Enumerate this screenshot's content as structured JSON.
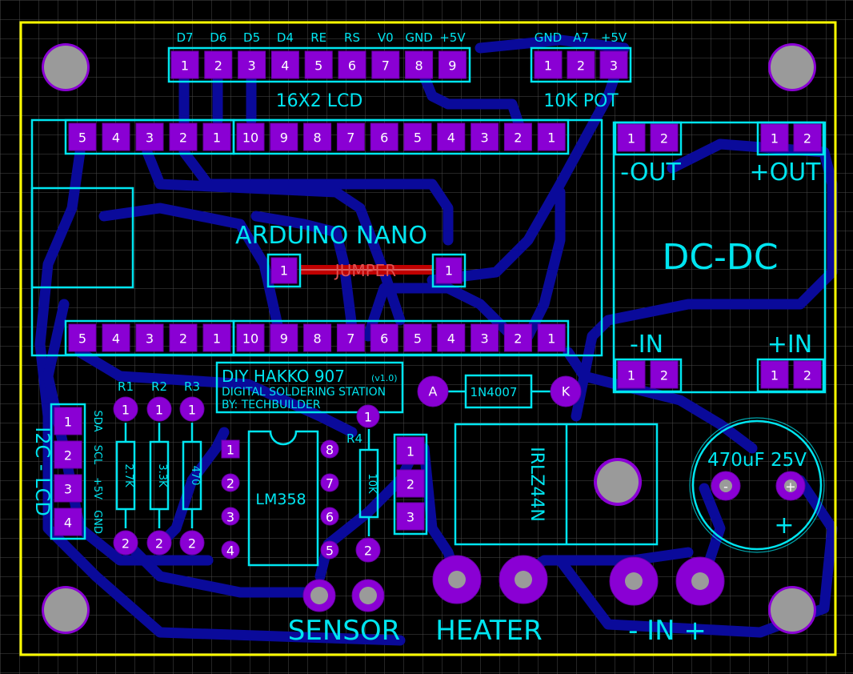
{
  "colors": {
    "background": "#000000",
    "board_outline": "#ffff00",
    "silkscreen": "#00e5f0",
    "pad": "#8a00d4",
    "trace": "#0a0a9a",
    "jumper": "#c00000"
  },
  "lcd": {
    "title": "16X2 LCD",
    "pins": [
      "D7",
      "D6",
      "D5",
      "D4",
      "RE",
      "RS",
      "V0",
      "GND",
      "+5V"
    ],
    "numbers": [
      "1",
      "2",
      "3",
      "4",
      "5",
      "6",
      "7",
      "8",
      "9"
    ]
  },
  "pot": {
    "title": "10K POT",
    "pins": [
      "GND",
      "A7",
      "+5V"
    ],
    "numbers": [
      "1",
      "2",
      "3"
    ]
  },
  "nano": {
    "title": "ARDUINO NANO",
    "left": [
      "5",
      "4",
      "3",
      "2",
      "1"
    ],
    "right": [
      "10",
      "9",
      "8",
      "7",
      "6",
      "5",
      "4",
      "3",
      "2",
      "1"
    ]
  },
  "jumper": {
    "label": "JUMPER",
    "pad": "1"
  },
  "dcdc": {
    "title": "DC-DC",
    "out_neg": "-OUT",
    "out_pos": "+OUT",
    "in_neg": "-IN",
    "in_pos": "+IN",
    "p1": "1",
    "p2": "2"
  },
  "info": {
    "title": "DIY HAKKO 907",
    "version": "(v1.0)",
    "subtitle": "DIGITAL SOLDERING STATION",
    "author": "BY: TECHBUILDER"
  },
  "diode": {
    "part": "1N4007",
    "anode": "A",
    "cathode": "K"
  },
  "resistors": [
    {
      "ref": "R1",
      "value": "2.7K",
      "p1": "1",
      "p2": "2"
    },
    {
      "ref": "R2",
      "value": "3.3K",
      "p1": "1",
      "p2": "2"
    },
    {
      "ref": "R3",
      "value": "470",
      "p1": "1",
      "p2": "2"
    },
    {
      "ref": "R4",
      "value": "10K",
      "p1": "1",
      "p2": "2"
    }
  ],
  "i2c": {
    "title": "I2C - LCD",
    "pins": [
      "SDA",
      "SCL",
      "+5V",
      "GND"
    ],
    "numbers": [
      "1",
      "2",
      "3",
      "4"
    ]
  },
  "ic": {
    "part": "LM358",
    "left": [
      "1",
      "2",
      "3",
      "4"
    ],
    "right": [
      "8",
      "7",
      "6",
      "5"
    ]
  },
  "header3": [
    "1",
    "2",
    "3"
  ],
  "mosfet": {
    "part": "IRLZ44N"
  },
  "cap": {
    "value": "470uF 25V",
    "neg": "-",
    "pos": "+",
    "plus_mark": "+"
  },
  "bottom": {
    "sensor": "SENSOR",
    "heater": "HEATER",
    "input": "- IN +"
  }
}
